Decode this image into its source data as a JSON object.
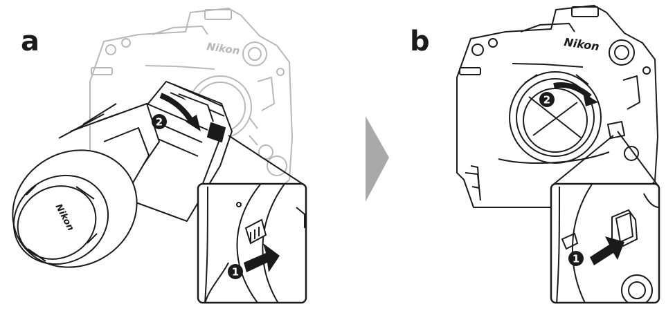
{
  "panels": [
    {
      "letter": "a",
      "brand": "Nikon",
      "cap_brand": "Nikon",
      "step_rotate": "2",
      "step_press": "1"
    },
    {
      "letter": "b",
      "brand": "Nikon",
      "step_rotate": "2",
      "step_press": "1"
    }
  ],
  "colors": {
    "line": "#1a1a1a",
    "faded_line": "#b8b8b8",
    "arrow_fill": "#1a1a1a",
    "transition_arrow": "#a9a9a9"
  },
  "icons": [
    "rotate-arrow-icon",
    "press-arrow-icon",
    "transition-arrow-icon"
  ]
}
